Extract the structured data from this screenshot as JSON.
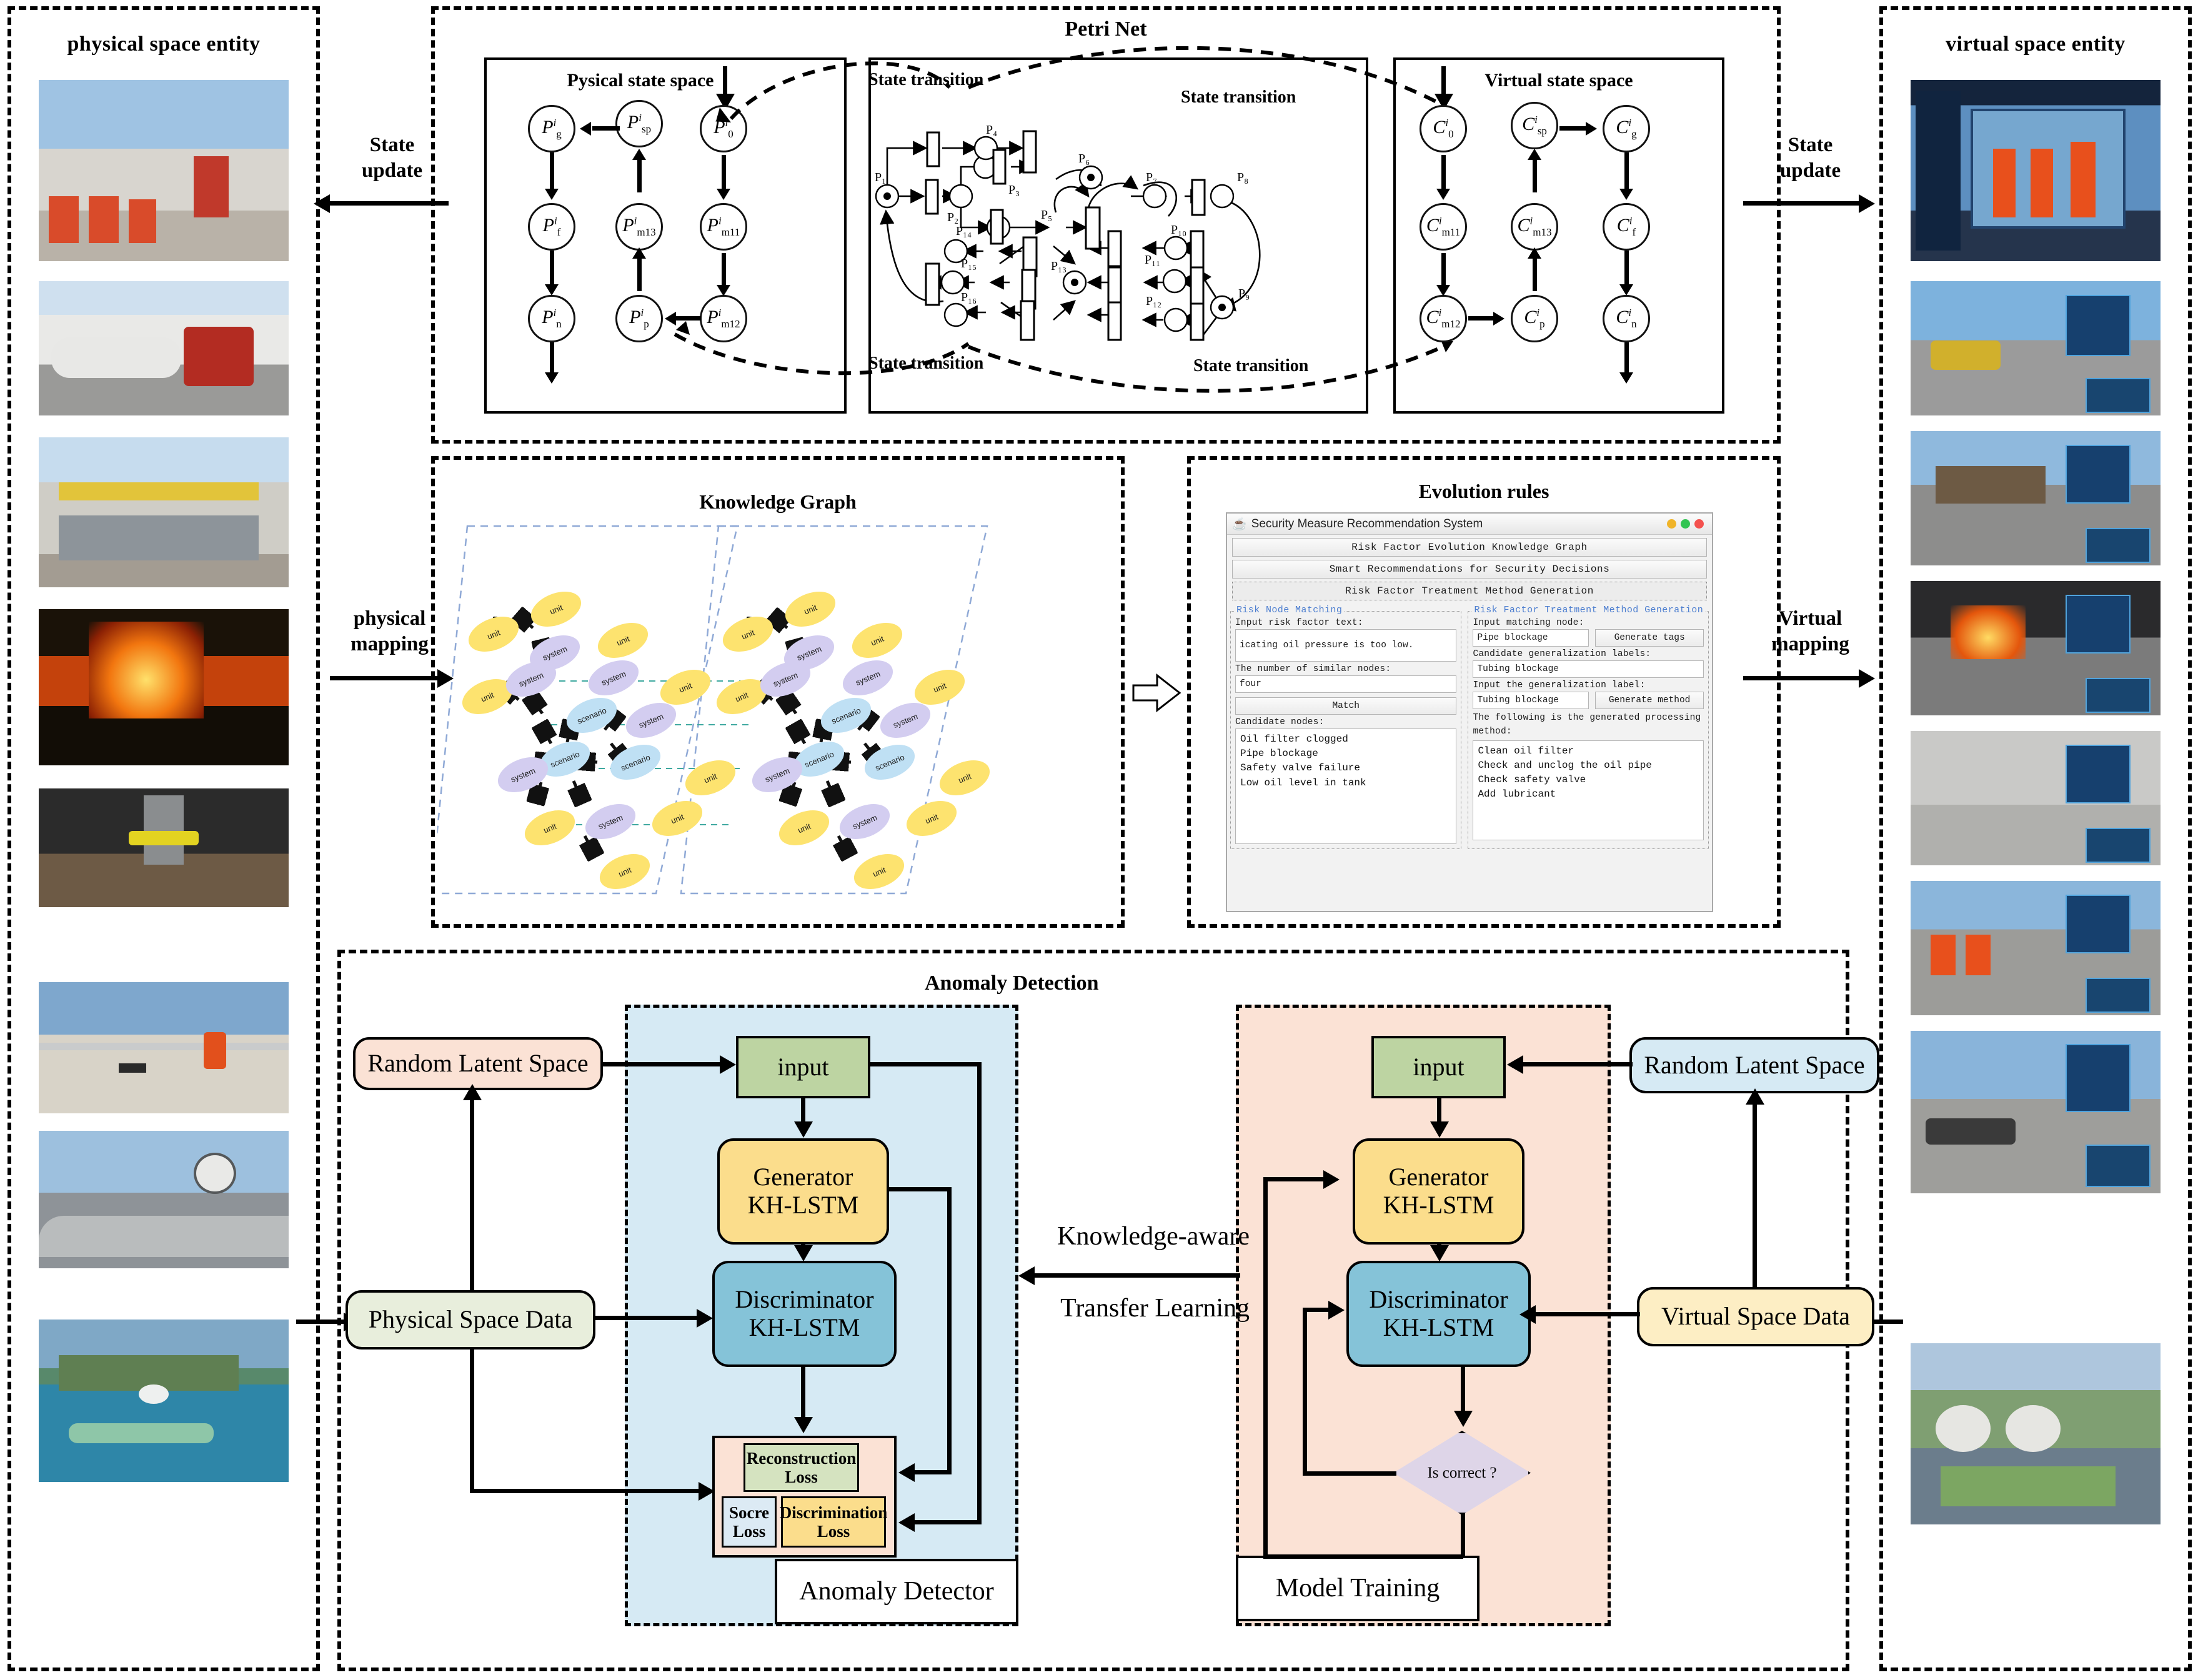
{
  "columns": {
    "physical_title": "physical space entity",
    "virtual_title": "virtual space entity"
  },
  "connectors": {
    "state_update_left": "State\nupdate",
    "state_update_right": "State\nupdate",
    "physical_mapping": "physical\nmapping",
    "virtual_mapping": "Virtual\nmapping"
  },
  "petri_net": {
    "title": "Petri Net",
    "physical_state_space": {
      "title": "Pysical state space",
      "nodes": [
        {
          "base": "P",
          "sup": "i",
          "sub": "g"
        },
        {
          "base": "P",
          "sup": "i",
          "sub": "sp"
        },
        {
          "base": "P",
          "sup": "i",
          "sub": "0"
        },
        {
          "base": "P",
          "sup": "i",
          "sub": "f"
        },
        {
          "base": "P",
          "sup": "i",
          "sub": "m13"
        },
        {
          "base": "P",
          "sup": "i",
          "sub": "m11"
        },
        {
          "base": "P",
          "sup": "i",
          "sub": "n"
        },
        {
          "base": "P",
          "sup": "i",
          "sub": "p"
        },
        {
          "base": "P",
          "sup": "i",
          "sub": "m12"
        }
      ]
    },
    "virtual_state_space": {
      "title": "Virtual state space",
      "nodes": [
        {
          "base": "C",
          "sup": "i",
          "sub": "0"
        },
        {
          "base": "C",
          "sup": "i",
          "sub": "sp"
        },
        {
          "base": "C",
          "sup": "i",
          "sub": "g"
        },
        {
          "base": "C",
          "sup": "i",
          "sub": "m11"
        },
        {
          "base": "C",
          "sup": "i",
          "sub": "m13"
        },
        {
          "base": "C",
          "sup": "i",
          "sub": "f"
        },
        {
          "base": "C",
          "sup": "i",
          "sub": "m12"
        },
        {
          "base": "C",
          "sup": "i",
          "sub": "p"
        },
        {
          "base": "C",
          "sup": "i",
          "sub": "n"
        }
      ]
    },
    "transition_labels": [
      "State transition",
      "State transition",
      "State transition",
      "State transition"
    ],
    "places": [
      "P1",
      "P2",
      "P3",
      "P4",
      "P5",
      "P6",
      "P7",
      "P8",
      "P9",
      "P10",
      "P11",
      "P12",
      "P13",
      "P14",
      "P15",
      "P16"
    ]
  },
  "knowledge_graph": {
    "title": "Knowledge Graph",
    "node_types": [
      "unit",
      "system",
      "scenario"
    ],
    "colors": {
      "unit": "#fde36f",
      "system": "#d3cdf0",
      "scenario": "#bfe0f4",
      "plane": "#8fa9d6"
    }
  },
  "evolution_rules": {
    "title": "Evolution rules",
    "window": {
      "title": "Security Measure Recommendation System",
      "dots": [
        "#f0b429",
        "#32c452",
        "#f4514e"
      ],
      "tabs": [
        "Risk Factor Evolution Knowledge Graph",
        "Smart Recommendations for Security Decisions",
        "Risk Factor Treatment Method Generation"
      ],
      "active_tab_index": 2,
      "left_panel": {
        "group_label": "Risk Node Matching",
        "input_label": "Input risk factor text:",
        "input_value": "icating oil pressure is too low.",
        "count_label": "The number of similar nodes:",
        "count_value": "four",
        "match_button": "Match",
        "candidates_label": "Candidate nodes:",
        "candidates": [
          "Oil filter clogged",
          "Pipe blockage",
          "Safety valve failure",
          "Low oil level in tank"
        ]
      },
      "right_panel": {
        "group_label": "Risk Factor Treatment Method Generation",
        "match_node_label": "Input matching node:",
        "match_node_value": "Pipe blockage",
        "generate_tags_button": "Generate tags",
        "candidate_labels_label": "Candidate generalization labels:",
        "candidate_labels_value": "Tubing blockage",
        "generalization_label": "Input the generalization label:",
        "generalization_value": "Tubing blockage",
        "generate_method_button": "Generate method",
        "result_label": "The following is the generated processing method:",
        "results": [
          "Clean oil filter",
          "Check and unclog the oil pipe",
          "Check safety valve",
          "Add lubricant"
        ]
      }
    }
  },
  "anomaly_detection": {
    "title": "Anomaly Detection",
    "transfer_label_line1": "Knowledge-aware",
    "transfer_label_line2": "Transfer Learning",
    "detector": {
      "panel_label": "Anomaly Detector",
      "random_latent_space": "Random Latent Space",
      "physical_space_data": "Physical Space Data",
      "input": "input",
      "generator": "Generator\nKH-LSTM",
      "discriminator": "Discriminator\nKH-LSTM",
      "losses": {
        "reconstruction": "Reconstruction\nLoss",
        "score": "Socre\nLoss",
        "discrimination": "Discrimination\nLoss"
      }
    },
    "training": {
      "panel_label": "Model Training",
      "random_latent_space": "Random Latent Space",
      "virtual_space_data": "Virtual Space Data",
      "input": "input",
      "generator": "Generator\nKH-LSTM",
      "discriminator": "Discriminator\nKH-LSTM",
      "decision": "Is correct ?"
    },
    "colors": {
      "detector_panel": "#d6eaf4",
      "training_panel": "#fbe2d5",
      "input_box": "#bdd4a2",
      "generator_box": "#fbdd8c",
      "discriminator_box": "#85c3d8",
      "loss_panel": "#fbe2d5",
      "reconstruction_loss": "#d5e3c0",
      "score_loss": "#dceaf4",
      "discrimination_loss": "#fbdd8c",
      "random_latent_left": "#fbe2d5",
      "physical_data": "#e8eedc",
      "random_latent_right": "#d6eaf4",
      "virtual_data": "#fdeec4",
      "decision_diamond": "#ded5e8"
    }
  }
}
